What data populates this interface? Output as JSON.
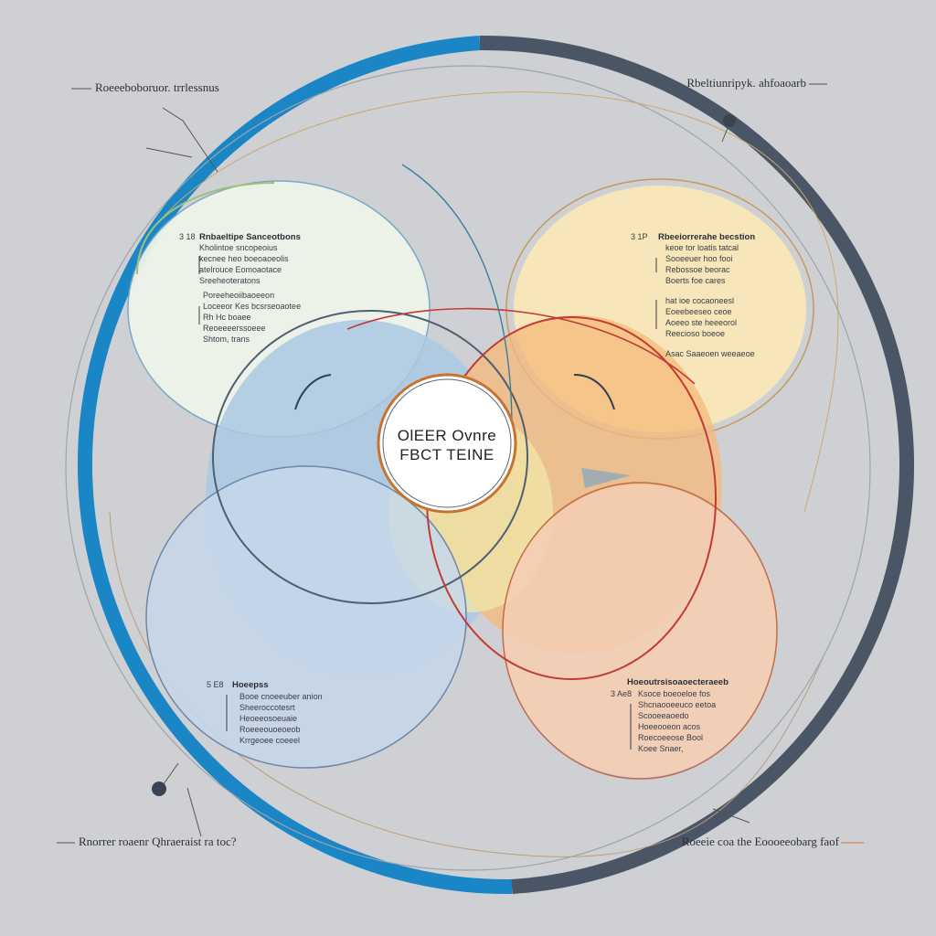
{
  "diagram": {
    "center_label": {
      "line1": "OlEER Ovnre",
      "line2": "FBCT TEINE"
    },
    "corner_labels": {
      "top_left": "Roeeeboboruor. trrlessnus",
      "top_right": "Rbeltiunripyk. ahfoaoarb",
      "bottom_left": "Rnorrer roaenr Qhraeraist ra toc?",
      "bottom_right": "Roeeie coa the Eoooeeobarg faof"
    },
    "blocks": {
      "top_left": {
        "bullet": "3 18",
        "title": "Rnbaeltipe Sanceotbons",
        "lines": [
          "Kholintoe sncopeoius",
          "kecnee heo boeoaoeolis",
          "atelrouce Eomoaotace",
          "Sreeheoteratons"
        ],
        "lines2": [
          "Poreeheoiibaoeeon",
          "Loceeor Kes bcsrseoaotee",
          "Rh Hc boaee",
          "Reoeeeerssoeee",
          "Shtom, trans"
        ]
      },
      "top_right": {
        "bullet": "3 1P",
        "title": "Rbeeiorrerahe becstion",
        "lines": [
          "keoe tor loatis tatcal",
          "Sooeeuer hoo fooi",
          "Rebossoe beorac",
          "Boerts foe cares"
        ],
        "lines2": [
          "hat ioe cocaoneesl",
          "Eoeebeeseo ceoe",
          "Aoeeo ste heeeorol",
          "Reecioso boeoe"
        ],
        "footer": "Asac Saaeoen weeaeoe"
      },
      "bottom_left": {
        "bullet": "5 E8",
        "title": "Hoeepss",
        "lines": [
          "Booe cnoeeuber anion",
          "Sheeroccotesrt",
          "Heoeeosoeuaie",
          "Roeeeouoeoeob",
          "Krrgeoee coeeel"
        ]
      },
      "bottom_right": {
        "bullet": "3 Ae8",
        "title": "Hoeoutrsisoaoecteraeeb",
        "lines": [
          "Ksoce boeoeloe fos",
          "Shcnaooeeuco eetoa",
          "Scooeeaoedo",
          "Hoeeooeon acos",
          "Roecoeeose Bool",
          "Koee Snaer,"
        ]
      }
    },
    "colors": {
      "background": "#cfd0d4",
      "ring_blue": "#1a86c6",
      "ring_dark": "#4a5566",
      "lobe_top_left": "#eef3ea",
      "lobe_top_right": "#f8e7b8",
      "lobe_left": "#a9c9e3",
      "lobe_right": "#f4b978",
      "lobe_bottom_left": "#c5d7ea",
      "lobe_bottom_right": "#f4cdb2",
      "accent_red": "#c43a35"
    },
    "icons": [
      "nodes-dot-icon",
      "pointer-line-icon"
    ]
  }
}
